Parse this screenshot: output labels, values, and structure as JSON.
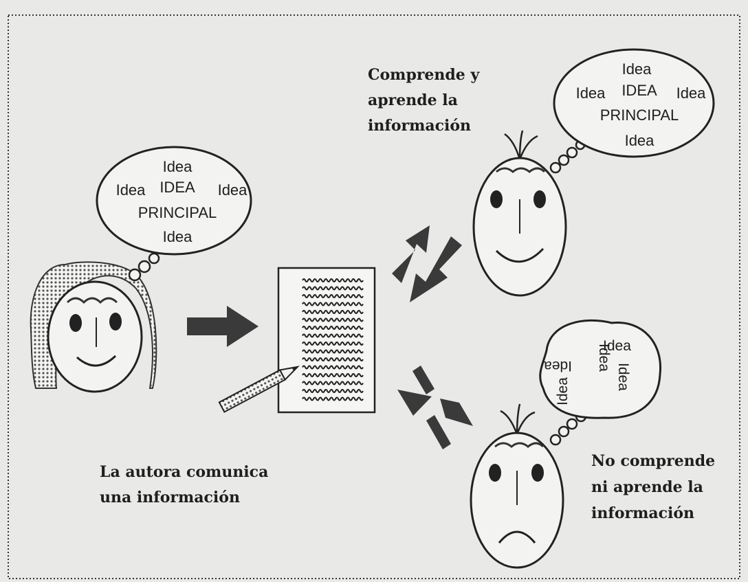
{
  "author_bubble": {
    "top": "Idea",
    "left": "Idea",
    "center": "IDEA",
    "right": "Idea",
    "main": "PRINCIPAL",
    "bottom": "Idea"
  },
  "understands_bubble": {
    "top": "Idea",
    "left": "Idea",
    "center": "IDEA",
    "right": "Idea",
    "main": "PRINCIPAL",
    "bottom": "Idea"
  },
  "confused_bubble": {
    "words": [
      "Idea",
      "Idea",
      "Idea",
      "Idea",
      "Idea"
    ]
  },
  "captions": {
    "author": [
      "La autora comunica",
      "una información"
    ],
    "understands": [
      "Comprende y",
      "aprende la",
      "información"
    ],
    "not_understands": [
      "No comprende",
      "ni aprende la",
      "información"
    ]
  },
  "colors": {
    "ink": "#1e1e1e",
    "paper": "#e9e9e7",
    "arrow": "#3a3a3a"
  }
}
